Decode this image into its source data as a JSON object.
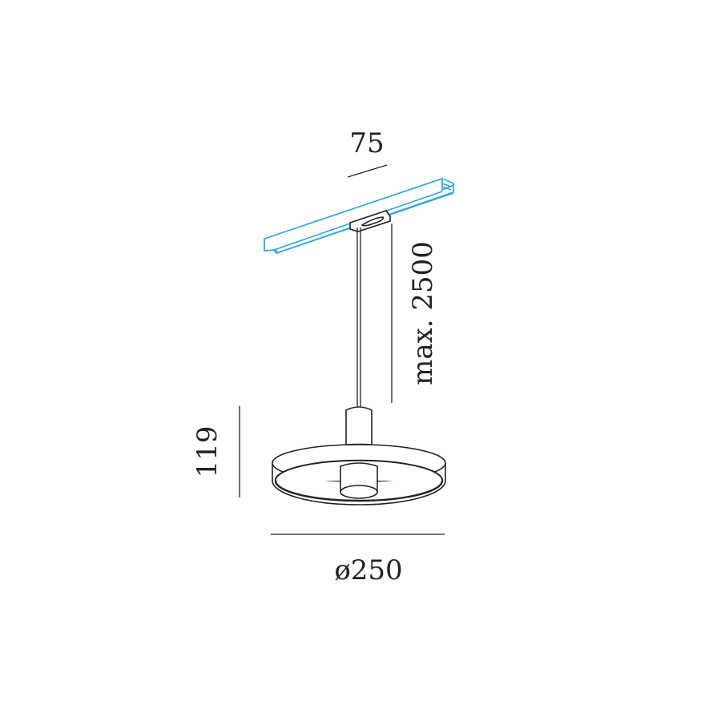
{
  "dimensions": {
    "track_width": "75",
    "max_length": "max. 2500",
    "height": "119",
    "diameter": "ø250"
  },
  "colors": {
    "track": "#29a3dc",
    "line": "#222222"
  }
}
